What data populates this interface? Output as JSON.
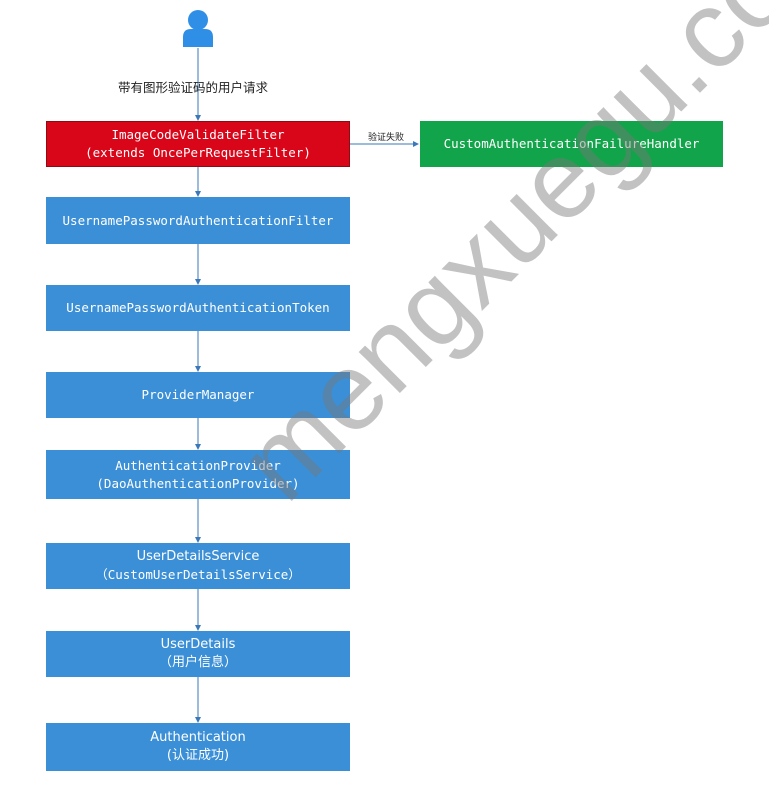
{
  "request_label": "带有图形验证码的用户请求",
  "failure_label": "验证失败",
  "nodes": {
    "image_filter": {
      "line1": "ImageCodeValidateFilter",
      "line2": "(extends OncePerRequestFilter)"
    },
    "failure_handler": {
      "line1": "CustomAuthenticationFailureHandler"
    },
    "up_filter": {
      "line1": "UsernamePasswordAuthenticationFilter"
    },
    "up_token": {
      "line1": "UsernamePasswordAuthenticationToken"
    },
    "provider_manager": {
      "line1": "ProviderManager"
    },
    "auth_provider": {
      "line1": "AuthenticationProvider",
      "line2": "(DaoAuthenticationProvider)"
    },
    "user_details_service": {
      "line1": "UserDetailsService",
      "line2": "（CustomUserDetailsService）"
    },
    "user_details": {
      "line1": "UserDetails",
      "line2": "（用户信息）"
    },
    "authentication": {
      "line1": "Authentication",
      "line2": "(认证成功)"
    }
  },
  "watermark": "mengxuegu.com",
  "colors": {
    "flow_box": "#3b8fd6",
    "filter_box": "#d9061a",
    "handler_box": "#12a44a",
    "arrow": "#3b78b8"
  }
}
